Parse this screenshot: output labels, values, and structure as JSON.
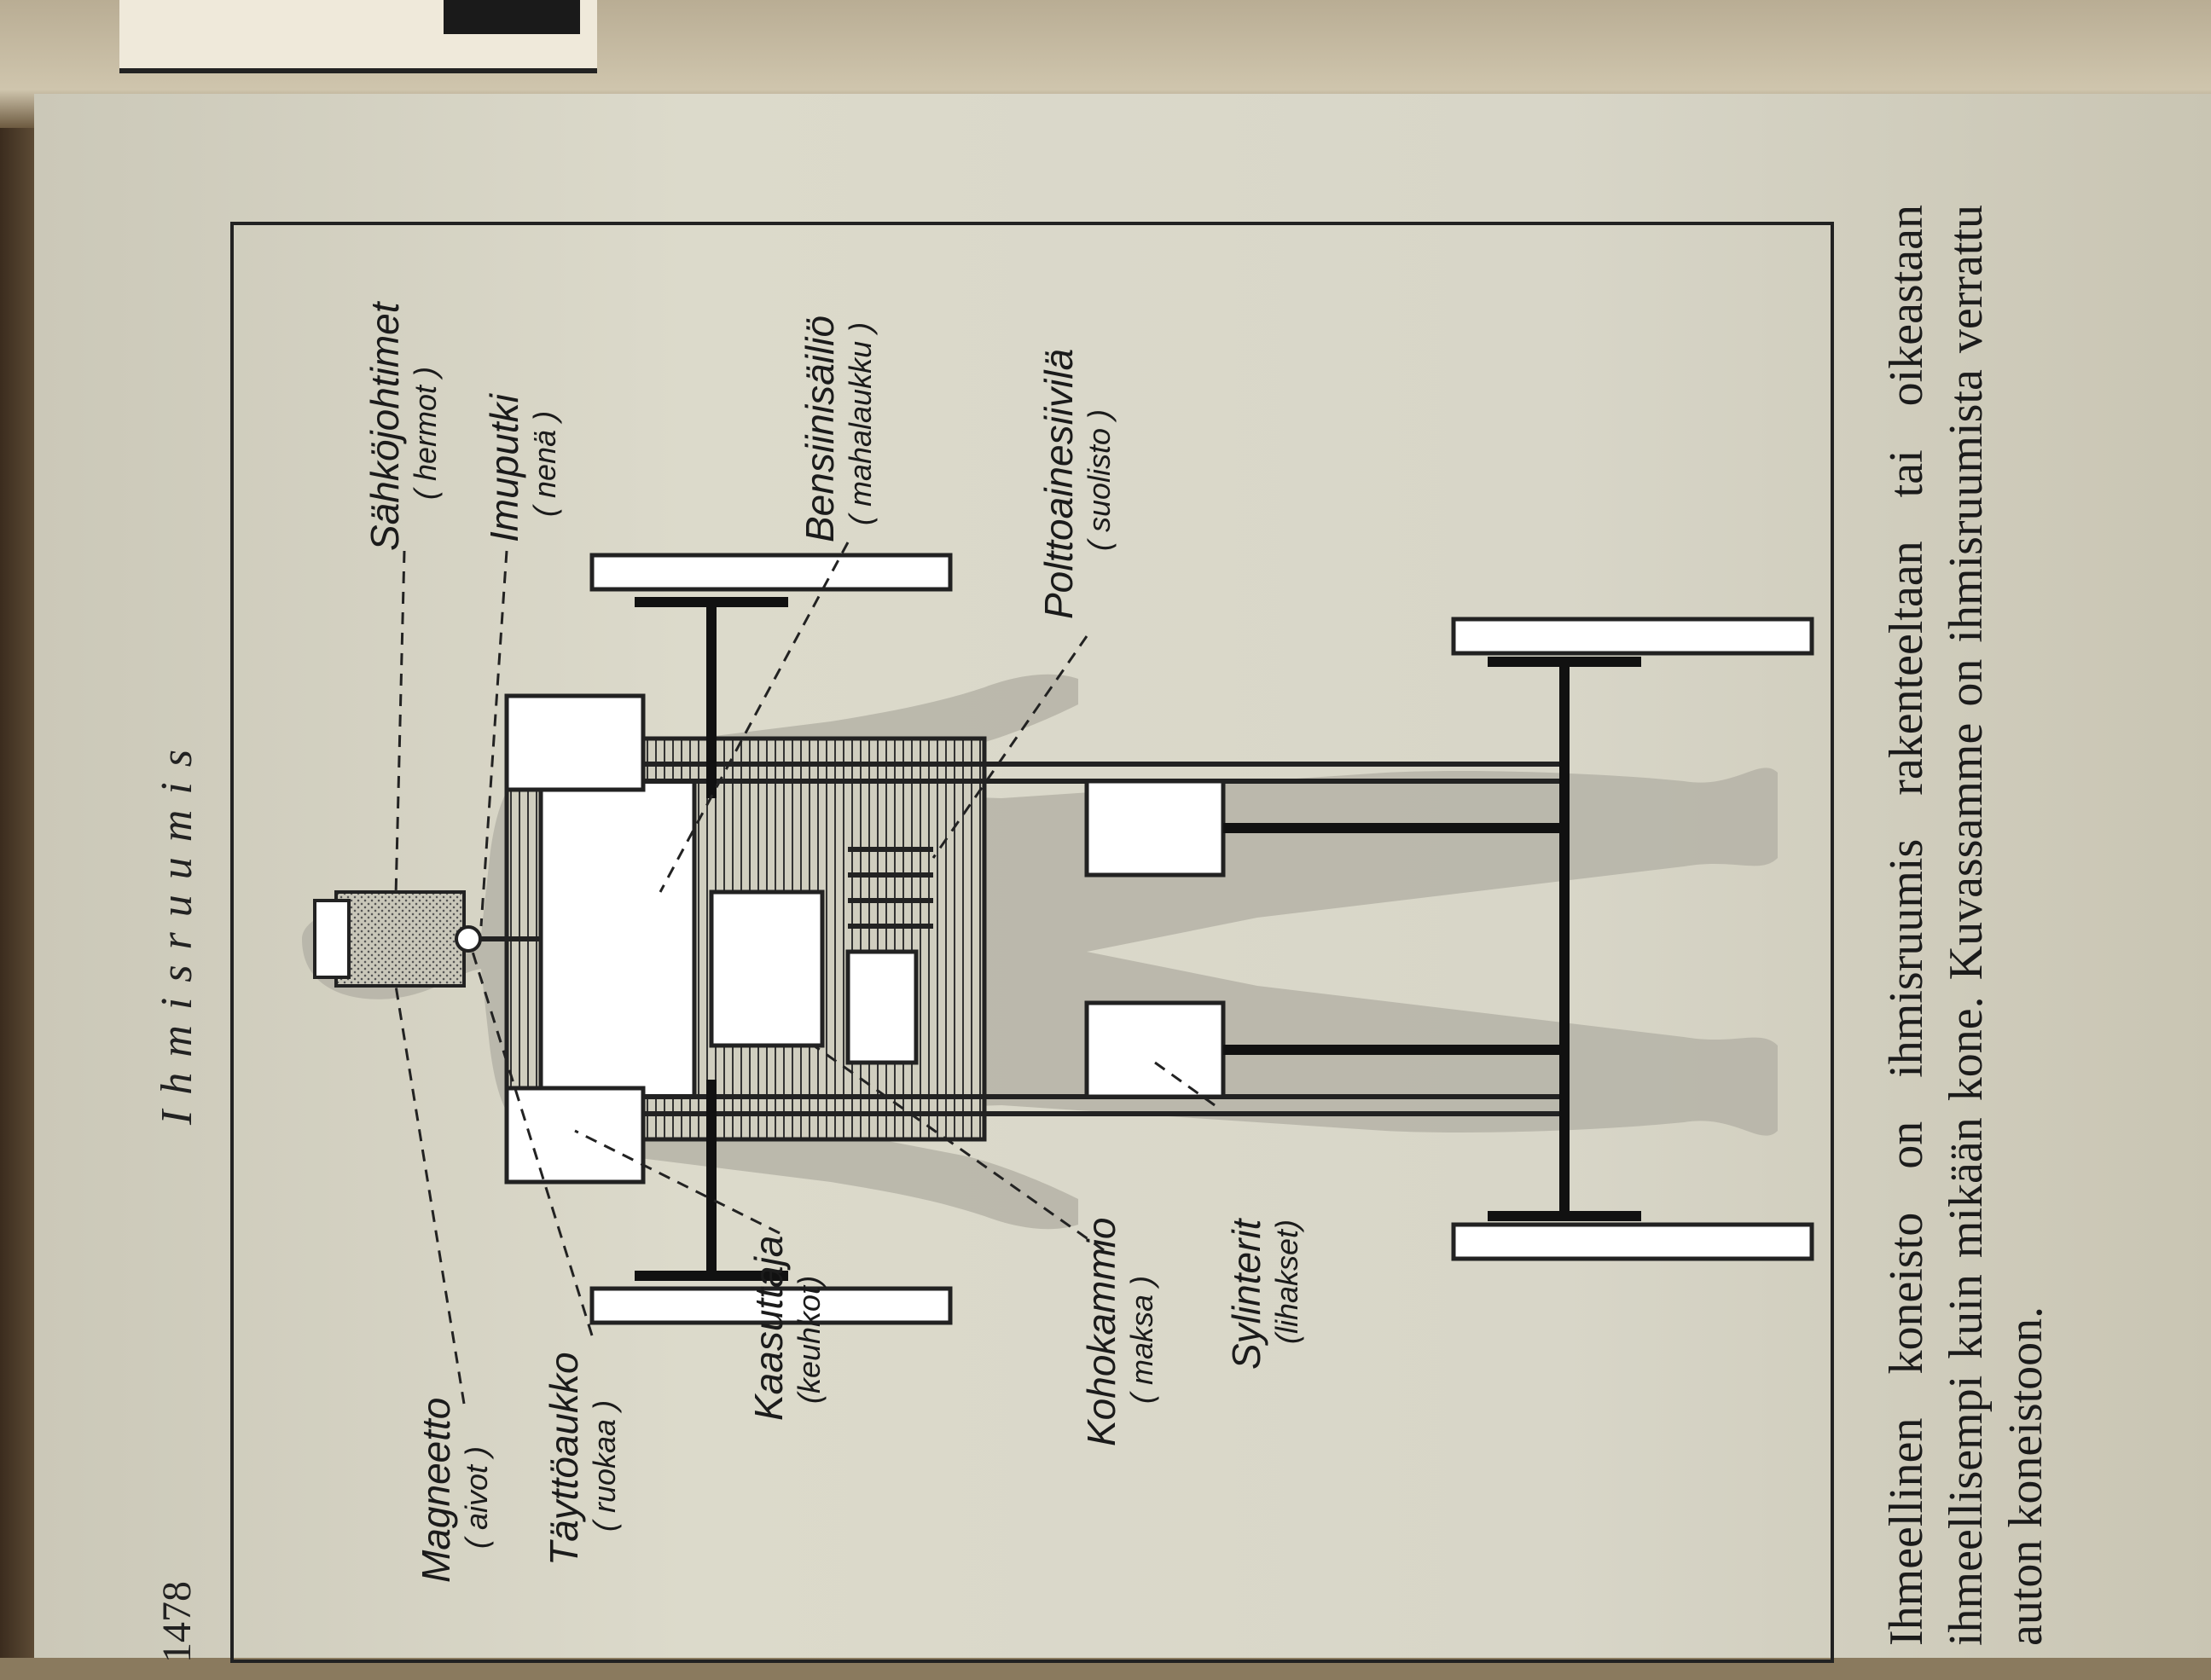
{
  "page": {
    "number": "1478",
    "running_head": "Ihmisruumis"
  },
  "labels": {
    "magneetto": "Magneetto",
    "magneetto_sub": "( aivot )",
    "tayttoaukko": "Täyttöaukko",
    "tayttoaukko_sub": "( ruokaa )",
    "kaasuttaja": "Kaasuttaja",
    "kaasuttaja_sub": "(keuhkot)",
    "kohokammio": "Kohokammio",
    "kohokammio_sub": "( maksa )",
    "sylinterit": "Sylinterit",
    "sylinterit_sub": "(lihakset)",
    "sahkojohtimet": "Sähköjohtimet",
    "sahkojohtimet_sub": "( hermot )",
    "imuputki": "Imuputki",
    "imuputki_sub": "( nenä )",
    "bensiinisailio": "Bensiinisäiliö",
    "bensiinisailio_sub": "( mahalaukku )",
    "polttoainesiivila": "Polttoainesiivilä",
    "polttoainesiivila_sub": "( suolisto )"
  },
  "caption": "Ihmeellinen koneisto on ihmisruumis rakenteeltaan tai oikeastaan ihmeellisempi kuin mikään kone. Kuvassamme on ihmisruumista verrattu auton koneistoon.",
  "colors": {
    "page": "#d8d6c8",
    "ink": "#1b1b1b",
    "body_silhouette": "#b8b6aa"
  }
}
